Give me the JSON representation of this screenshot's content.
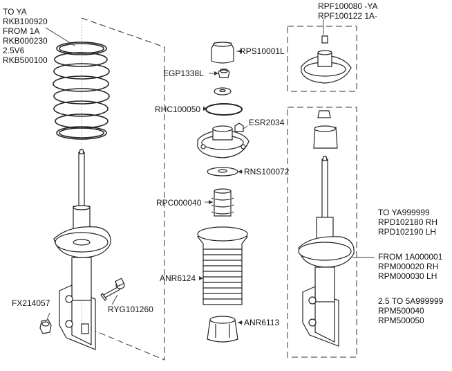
{
  "diagram": {
    "callouts": {
      "rkb_block": [
        "TO YA",
        "RKB100920",
        "FROM 1A",
        "RKB000230",
        "2.5V6",
        "RKB500100"
      ],
      "rpf_block": [
        "RPF100080 -YA",
        "RPF100122 1A-"
      ],
      "rps": "RPS10001L",
      "egp": "EGP1338L",
      "rhc": "RHC100050",
      "esr": "ESR2034",
      "rns": "RNS100072",
      "rpc": "RPC000040",
      "anr6124": "ANR6124",
      "anr6113": "ANR6113",
      "fx": "FX214057",
      "ryg": "RYG101260",
      "rpd_block": [
        "TO YA999999",
        "RPD102180 RH",
        "RPD102190 LH"
      ],
      "rpm_block": [
        "FROM 1A000001",
        "RPM000020 RH",
        "RPM000030 LH"
      ],
      "rpm5_block": [
        "2.5 TO 5A999999",
        "RPM500040",
        "RPM500050"
      ]
    }
  }
}
